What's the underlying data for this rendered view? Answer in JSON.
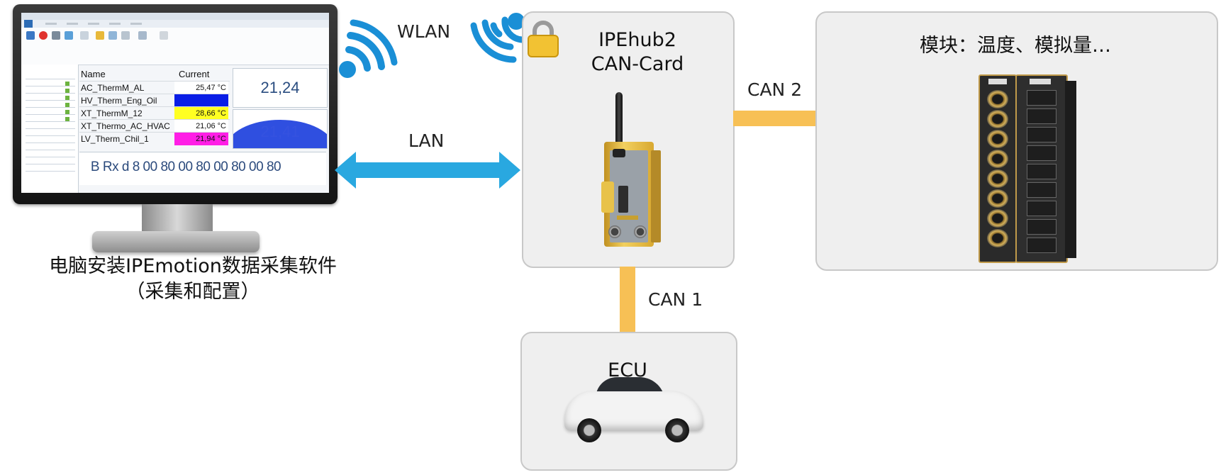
{
  "computer": {
    "caption_line1": "电脑安装IPEmotion数据采集软件",
    "caption_line2": "（采集和配置）",
    "screen": {
      "table_headers": [
        "Name",
        "Current value"
      ],
      "rows": [
        {
          "name": "AC_ThermM_AL",
          "value": "25,47 °C",
          "highlight": "#ffffff"
        },
        {
          "name": "HV_Therm_Eng_Oil",
          "value": "",
          "highlight": "#0a1ee6"
        },
        {
          "name": "XT_ThermM_12",
          "value": "28,66 °C",
          "highlight": "#ffff22"
        },
        {
          "name": "XT_Thermo_AC_HVAC",
          "value": "21,06 °C",
          "highlight": "#ffffff"
        },
        {
          "name": "LV_Therm_Chil_1",
          "value": "21,94 °C",
          "highlight": "#ff1ee6"
        }
      ],
      "big_value": "21,24",
      "gauge_value": "21,41",
      "can_message": "B Rx d 8 00 80 00 80 00 80 00 80"
    }
  },
  "links": {
    "wlan": "WLAN",
    "lan": "LAN",
    "can1": "CAN 1",
    "can2": "CAN 2"
  },
  "hub": {
    "title_line1": "IPEhub2",
    "title_line2": "CAN-Card"
  },
  "modules": {
    "title": "模块：温度、模拟量…"
  },
  "ecu": {
    "title": "ECU"
  },
  "colors": {
    "lan_arrow": "#29a8e0",
    "can_line": "#f7c055",
    "wifi": "#1a8fd6",
    "box_fill": "#efefef",
    "box_border": "#c8c8c8"
  },
  "icons": [
    "wifi-icon",
    "lock-icon"
  ]
}
